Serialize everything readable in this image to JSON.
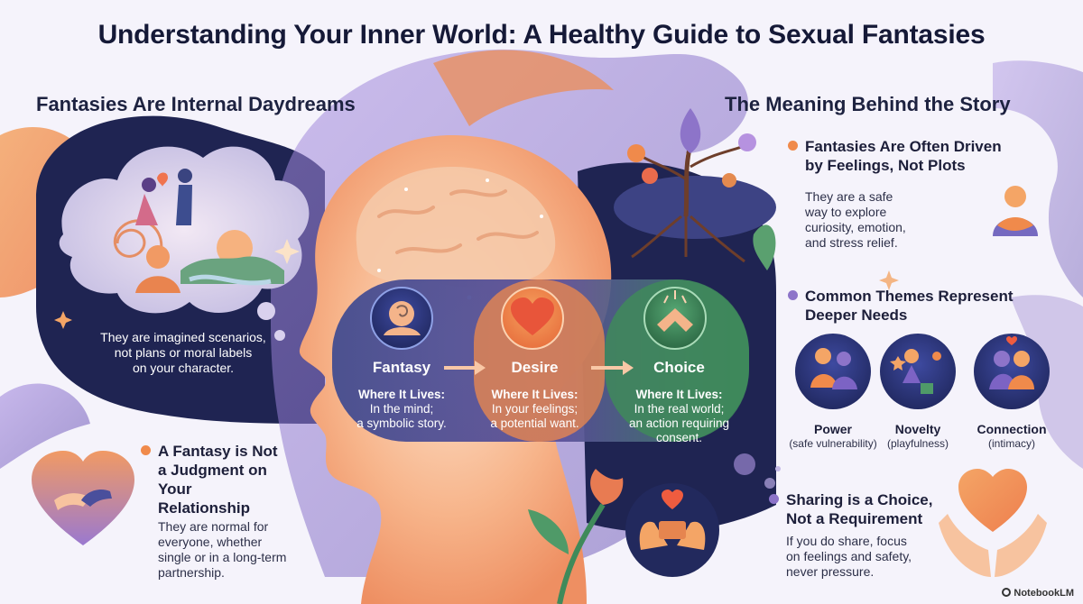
{
  "title": "Understanding Your Inner World: A Healthy Guide to Sexual Fantasies",
  "left": {
    "heading": "Fantasies Are Internal Daydreams",
    "cloud_caption": [
      "They are imagined scenarios,",
      "not plans or moral labels",
      "on your character."
    ],
    "judgment": {
      "title": [
        "A Fantasy is Not",
        "a Judgment on",
        "Your",
        "Relationship"
      ],
      "body": [
        "They are normal for",
        "everyone, whether",
        "single or in a long-term",
        "partnership."
      ]
    }
  },
  "stages": [
    {
      "name": "Fantasy",
      "where_label": "Where It Lives:",
      "desc": [
        "In the mind;",
        "a symbolic story."
      ]
    },
    {
      "name": "Desire",
      "where_label": "Where It Lives:",
      "desc": [
        "In your feelings;",
        "a potential want."
      ]
    },
    {
      "name": "Choice",
      "where_label": "Where It Lives:",
      "desc": [
        "In the real world;",
        "an action requiring",
        "consent."
      ]
    }
  ],
  "right": {
    "heading": "The Meaning Behind the Story",
    "feelings": {
      "title": [
        "Fantasies Are Often Driven",
        "by Feelings, Not Plots"
      ],
      "body": [
        "They are a safe",
        "way to explore",
        "curiosity, emotion,",
        "and stress relief."
      ]
    },
    "themes": {
      "title": [
        "Common Themes Represent",
        "Deeper Needs"
      ],
      "items": [
        {
          "name": "Power",
          "sub": "(safe vulnerability)"
        },
        {
          "name": "Novelty",
          "sub": "(playfulness)"
        },
        {
          "name": "Connection",
          "sub": "(intimacy)"
        }
      ]
    },
    "sharing": {
      "title": [
        "Sharing is a Choice,",
        "Not a Requirement"
      ],
      "body": [
        "If you do share, focus",
        "on feelings and safety,",
        "never pressure."
      ]
    }
  },
  "brand": "NotebookLM",
  "colors": {
    "navy": "#1f2452",
    "orange": "#f08a4b",
    "purple": "#8d74c9",
    "green": "#3f8a5a",
    "peach": "#f6b48a"
  }
}
